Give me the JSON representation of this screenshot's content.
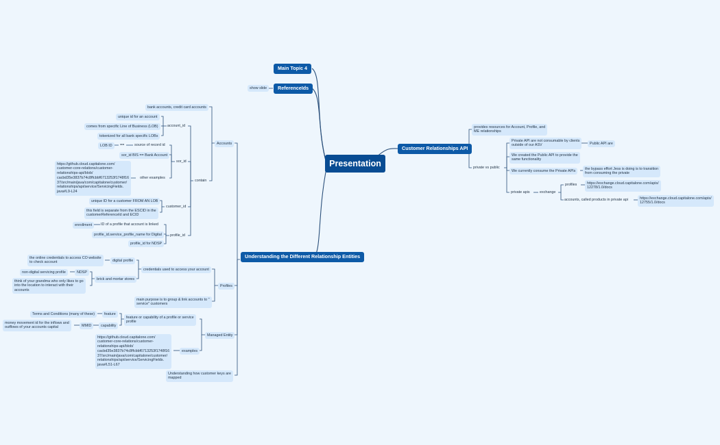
{
  "colors": {
    "background": "#eef6fd",
    "central": "#084c93",
    "main_topic": "#0d5aa7",
    "subtopic": "#d5e8fb",
    "line": "#2a4f7a"
  },
  "central": "Presentation",
  "main_topics": {
    "mt4": "Main Topic 4",
    "refids": "ReferenceIds",
    "cra": "Customer Relationships API",
    "ude": "Understanding the Different Relationship Entities"
  },
  "nodes": {
    "show_slide": "show slide",
    "provides": "provides resources for Account, Profile, and\nME relationships",
    "private_vs_public": "private vs public",
    "private_not_consumable": "Private API are not consumable by clients\noutside of our ASV",
    "public_api_are": "Public API are",
    "created_public": "We created the Public API to provide the\nsame functionality",
    "consume_private": "We currently consume the Private APIs",
    "bypass": "the bypass effort Jess is doing is to transition\nfrom consuming the private",
    "private_apis": "private apis",
    "exchange": "exchange",
    "profiles_ex": "profiles",
    "profiles_url": "https://exchange.cloud.capitalone.com/apis/\n12278/1.0/docs",
    "accounts_called": "accounts, called products in private api",
    "accounts_url": "https://exchange.cloud.capitalone.com/apis/\n12755/1.0/docs",
    "accounts": "Accounts",
    "bank_accounts": "bank accounts, credit card accounts",
    "contain": "contain",
    "account_id": "account_id",
    "unique_id_acct": "unique id for an account",
    "comes_from_lob": "comes from specific Line of Business (LOB)",
    "tokenized": "tokenized for all bank specific LOBs",
    "sor_id": "sor_id",
    "lob_id": "LOB ID",
    "eq": "==",
    "source_record": "source of record id",
    "sor_bis": "sor_id BIS == Bank Account",
    "other_examples": "other examples",
    "github1": "https://github.cloud.capitalone.com/\ncustomer-core-relations/customer-\nrelationships-api/blob/\ncacbd35e3837b74c8ffcbbf6713253f1748f16\n37/src/main/java/com/capitalone/customer/\nrelationships/api/service/ServicingFields.\njava#L9-L24",
    "customer_id": "customer_id",
    "unique_cust": "unique ID for a customer FROM AN LOB",
    "field_sep": "this field is separate from the ESCID in the\ncustomerReferenceId and ECID",
    "profile_id": "profile_id",
    "enrollment": "enrollment",
    "id_of_profile": "ID of a profile that account is linked",
    "svc_profile": "profile_id.service_profile_name for Digital",
    "profile_ndsp": "profile_id for NDSP",
    "profiles": "Profiles",
    "credentials": "credentials used to access your account",
    "digital_profile": "digital profile",
    "online_creds": "the online credentials to access CO website\nto check account",
    "brick": "brick and mortar stores",
    "ndsp": "NDSP",
    "non_digital": "non-digital servicing profile",
    "grandma": "think of your grandma who only likes to go\ninto the location to interact with their\naccounts",
    "main_purpose": "main purpose is to group & link accounts to \"\nservice\" customers",
    "managed_entity": "Managed Entity",
    "feature_cap": "feature or capability of a profile or service\nprofile",
    "feature": "feature",
    "terms": "Terms and Conditions (many of these)",
    "capability": "capability",
    "mmid": "MMID",
    "money_movement": "money movement id for the inflows and\noutflows of your accounts capital",
    "examples": "examples",
    "github2": "https://github.cloud.capitalone.com/\ncustomer-core-relations/customer-\nrelationships-api/blob/\ncacbd35e3837b74c8ffcbbf6713253f1748f16\n37/src/main/java/com/capitalone/customer/\nrelationships/api/service/ServicingFields.\njava#L51-L67",
    "customer_keys": "Understanding how customer keys are\nmapped"
  }
}
